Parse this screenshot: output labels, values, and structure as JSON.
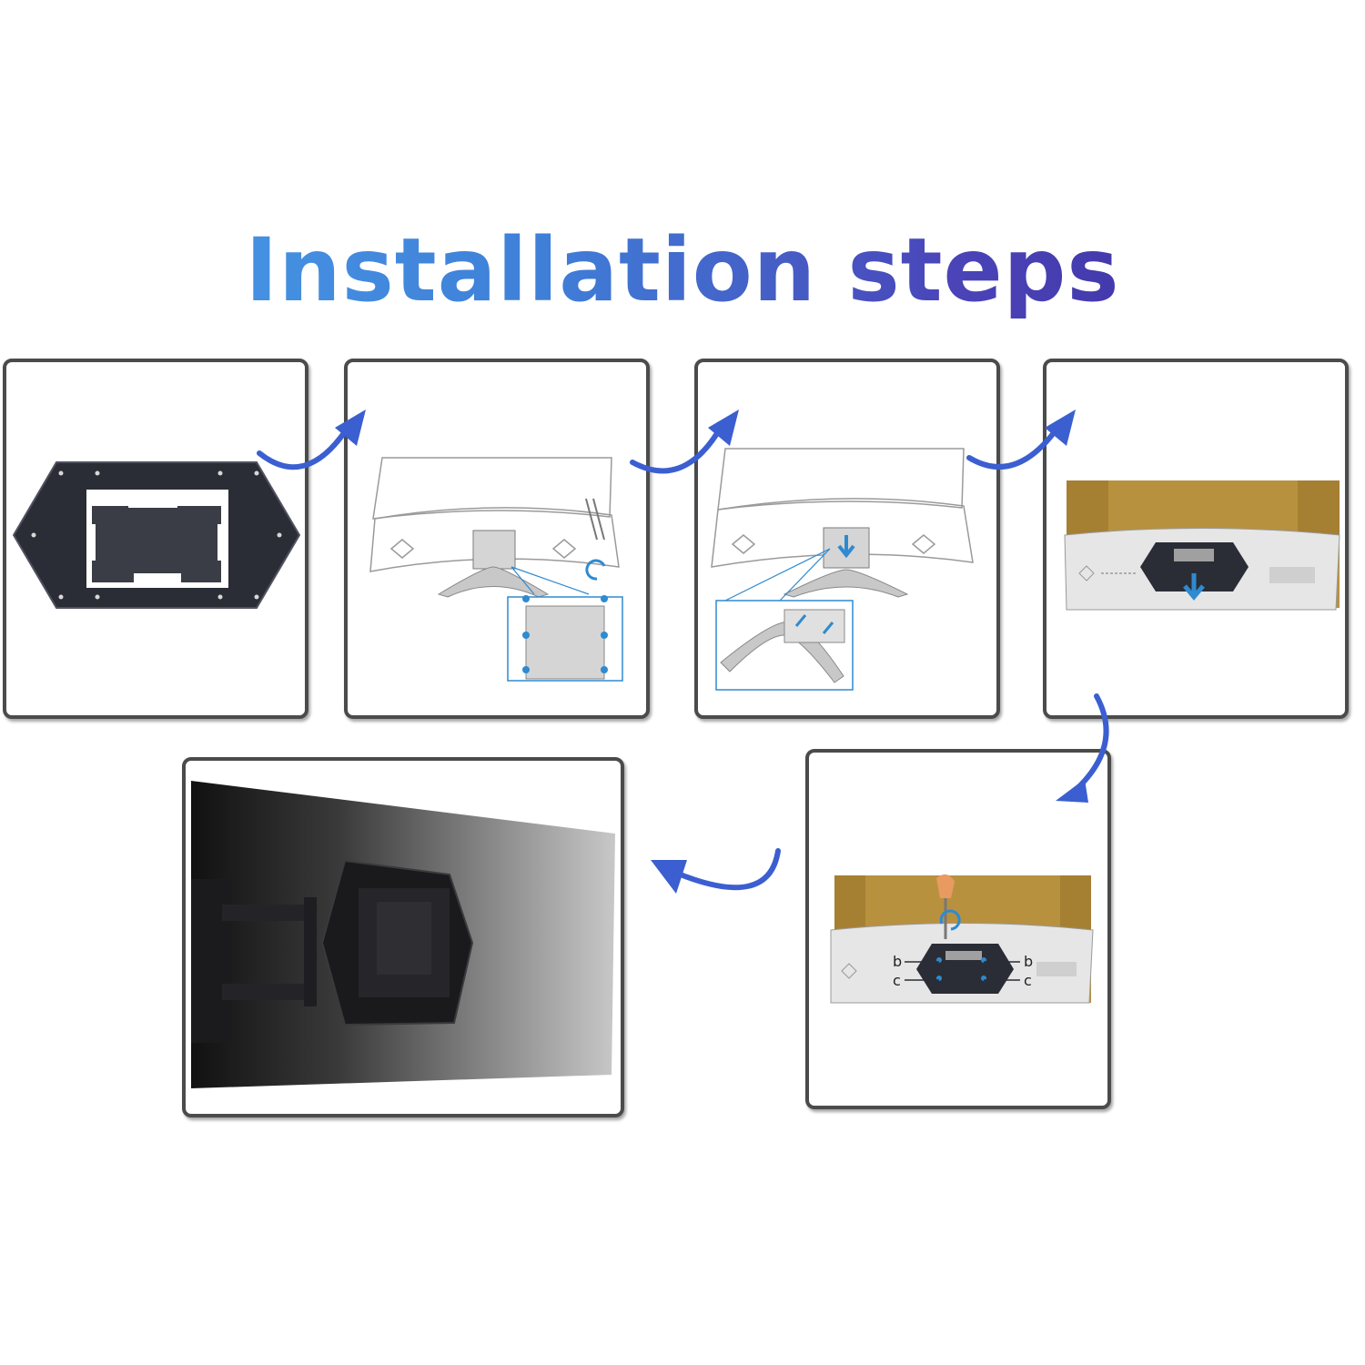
{
  "title": "Installation steps",
  "colors": {
    "title_start": "#4aa0ea",
    "title_end": "#3a2a9a",
    "arrow": "#3b5fd0",
    "panel_border": "#4b4b4b",
    "bracket": "#2b2d36",
    "cardboard": "#b8913f",
    "guide_blue": "#2f8ad0"
  },
  "steps": [
    {
      "id": 1,
      "icon": "hexagon-adapter-bracket"
    },
    {
      "id": 2,
      "icon": "remove-stand-screws"
    },
    {
      "id": 3,
      "icon": "detach-stand"
    },
    {
      "id": 4,
      "icon": "insert-adapter"
    },
    {
      "id": 5,
      "icon": "screw-adapter",
      "labels": [
        "b",
        "b",
        "c",
        "c"
      ]
    },
    {
      "id": 6,
      "icon": "mounted-on-wall-arm"
    }
  ]
}
